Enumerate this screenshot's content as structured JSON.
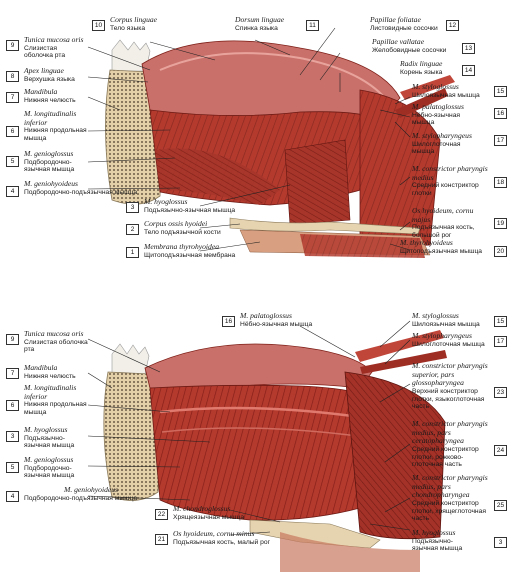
{
  "top": {
    "labels": [
      {
        "n": "10",
        "la": "Corpus linguae",
        "ru": "Тело языка"
      },
      {
        "n": "11",
        "la": "Dorsum linguae",
        "ru": "Спинка языка"
      },
      {
        "n": "12",
        "la": "Papillae foliatae",
        "ru": "Листовидные сосочки"
      },
      {
        "n": "13",
        "la": "Papillae vallatae",
        "ru": "Желобовидные сосочки"
      },
      {
        "n": "14",
        "la": "Radix linguae",
        "ru": "Корень языка"
      },
      {
        "n": "15",
        "la": "M. styloglossus",
        "ru": "Шилоязычная мышца"
      },
      {
        "n": "16",
        "la": "M. palatoglossus",
        "ru": "Нёбно-язычная мышца"
      },
      {
        "n": "17",
        "la": "M. stylopharyngeus",
        "ru": "Шилоглоточная мышца"
      },
      {
        "n": "18",
        "la": "M. constrictor pharyngis medius",
        "ru": "Средний констриктор глотки"
      },
      {
        "n": "19",
        "la": "Os hyoideum, cornu majus",
        "ru": "Подъязычная кость, большой рог"
      },
      {
        "n": "20",
        "la": "M. thyrohyoideus",
        "ru": "Щитоподъязычная мышца"
      },
      {
        "n": "9",
        "la": "Tunica mucosa oris",
        "ru": "Слизистая оболочка рта"
      },
      {
        "n": "8",
        "la": "Apex linguae",
        "ru": "Верхушка языка"
      },
      {
        "n": "7",
        "la": "Mandibula",
        "ru": "Нижняя челюсть"
      },
      {
        "n": "6",
        "la": "M. longitudinalis inferior",
        "ru": "Нижняя продольная мышца"
      },
      {
        "n": "5",
        "la": "M. genioglossus",
        "ru": "Подбородочно-язычная мышца"
      },
      {
        "n": "4",
        "la": "M. geniohyoideus",
        "ru": "Подбородочно-подъязычная мышца"
      },
      {
        "n": "3",
        "la": "M. hyoglossus",
        "ru": "Подъязычно-язычная мышца"
      },
      {
        "n": "2",
        "la": "Corpus ossis hyoidei",
        "ru": "Тело подъязычной кости"
      },
      {
        "n": "1",
        "la": "Membrana thyrohyoidea",
        "ru": "Щитоподъязычная мембрана"
      }
    ]
  },
  "bottom": {
    "labels": [
      {
        "n": "16",
        "la": "M. palatoglossus",
        "ru": "Нёбно-язычная мышца"
      },
      {
        "n": "15",
        "la": "M. styloglossus",
        "ru": "Шилоязычная мышца"
      },
      {
        "n": "17",
        "la": "M. stylopharyngeus",
        "ru": "Шилоглоточная мышца"
      },
      {
        "n": "23",
        "la": "M. constrictor pharyngis superior, pars glossopharyngea",
        "ru": "Верхний констриктор глотки, языкоглоточная часть"
      },
      {
        "n": "24",
        "la": "M. constrictor pharyngis medius, pars ceratopharyngea",
        "ru": "Средний констриктор глотки, рожково-глоточная часть"
      },
      {
        "n": "25",
        "la": "M. constrictor pharyngis medius, pars chondropharyngea",
        "ru": "Средний констриктор глотки, хрящеглоточная часть"
      },
      {
        "n": "3",
        "la": "M. hyoglossus",
        "ru": "Подъязычно-язычная мышца"
      },
      {
        "n": "9",
        "la": "Tunica mucosa oris",
        "ru": "Слизистая оболочка рта"
      },
      {
        "n": "7",
        "la": "Mandibula",
        "ru": "Нижняя челюсть"
      },
      {
        "n": "6",
        "la": "M. longitudinalis inferior",
        "ru": "Нижняя продольная мышца"
      },
      {
        "n": "3b",
        "la": "M. hyoglossus",
        "ru": "Подъязычно-язычная мышца"
      },
      {
        "n": "5",
        "la": "M. genioglossus",
        "ru": "Подбородочно-язычная мышца"
      },
      {
        "n": "4",
        "la": "M. geniohyoideus",
        "ru": "Подбородочно-подъязычная мышца"
      },
      {
        "n": "22",
        "la": "M. chondroglossus",
        "ru": "Хрящеязычная мышца"
      },
      {
        "n": "21",
        "la": "Os hyoideum, cornu minus",
        "ru": "Подъязычная кость, малый рог"
      }
    ]
  },
  "colors": {
    "muscle": "#b43a2e",
    "muscle_dark": "#7e1f18",
    "mucosa": "#c9706a",
    "bone": "#e6d3b0",
    "tooth": "#f1efe8",
    "line": "#222222"
  }
}
